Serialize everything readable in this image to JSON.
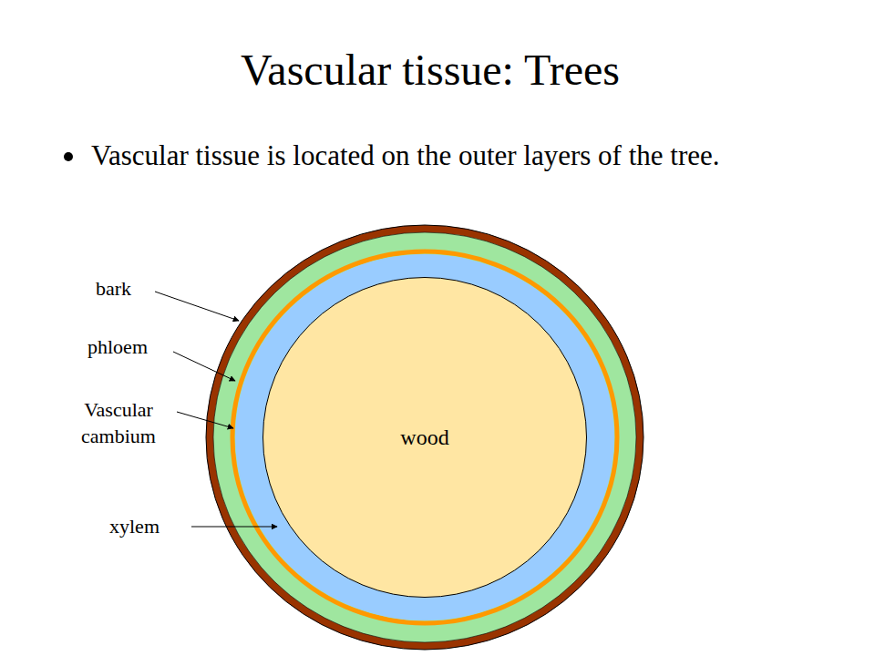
{
  "diagram": {
    "title": "Vascular tissue: Trees",
    "nodes": [
      {
        "text": [
          "wood"
        ]
      }
    ],
    "labels": [
      "Vascular tissue is located on the outer layers of the tree.",
      "bark",
      "phloem",
      "Vascular cambium",
      "xylem"
    ]
  }
}
